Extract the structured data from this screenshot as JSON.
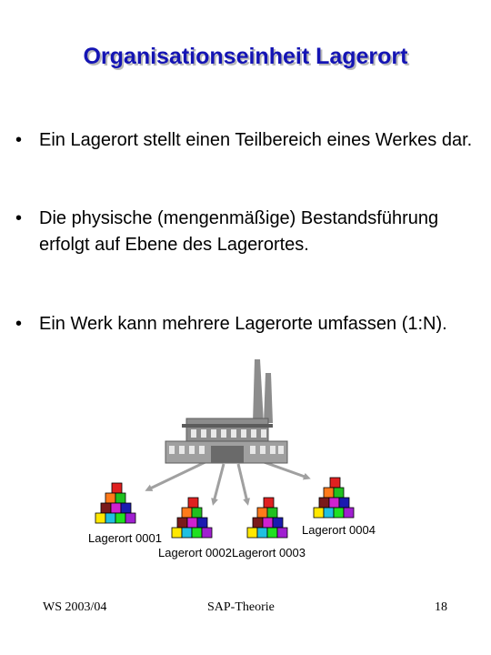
{
  "slide": {
    "title": "Organisationseinheit Lagerort",
    "bullets": [
      {
        "marker": "•",
        "text": "Ein Lagerort stellt einen Teilbereich eines Werkes dar."
      },
      {
        "marker": "•",
        "text": "Die physische (mengenmäßige) Bestandsführung erfolgt auf Ebene des Lagerortes."
      },
      {
        "marker": "•",
        "text": "Ein Werk kann mehrere Lagerorte umfassen (1:N)."
      }
    ]
  },
  "diagram": {
    "factory_icon": "factory-icon",
    "storage_icon": "stacked-blocks-icon",
    "labels": [
      "Lagerort 0001",
      "Lagerort 0002",
      "Lagerort 0003",
      "Lagerort 0004"
    ],
    "colors": {
      "title": "#1414b4",
      "arrow": "#a0a0a0",
      "factory": "#8c8c8c"
    }
  },
  "footer": {
    "left": "WS 2003/04",
    "center": "SAP-Theorie",
    "right": "18"
  }
}
